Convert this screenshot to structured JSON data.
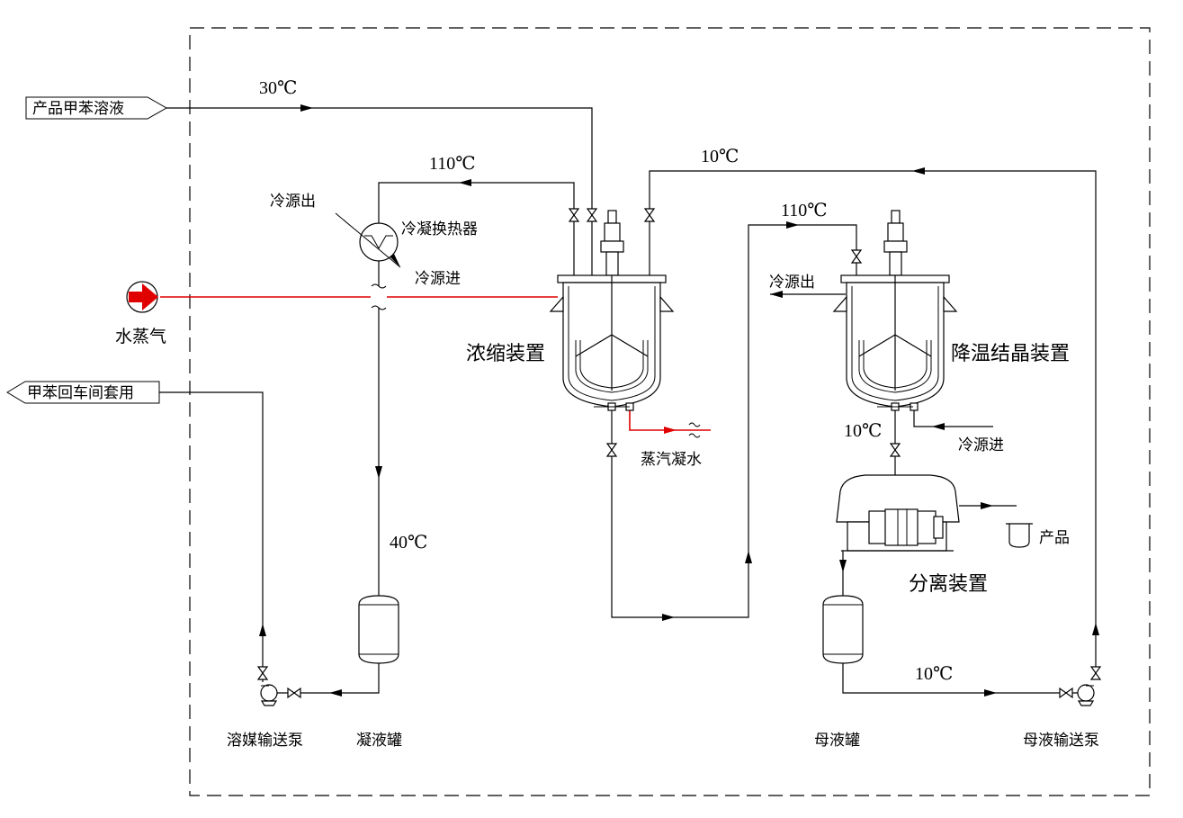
{
  "colors": {
    "line": "#000000",
    "steam": "#e00000"
  },
  "terminals": {
    "product_toluene_solution": "产品甲苯溶液",
    "toluene_return": "甲苯回车间套用"
  },
  "labels": {
    "steam": "水蒸气",
    "coolant_out_1": "冷源出",
    "condenser": "冷凝换热器",
    "coolant_in_1": "冷源进",
    "concentrator": "浓缩装置",
    "steam_condensate": "蒸汽凝水",
    "coolant_out_2": "冷源出",
    "crystallizer": "降温结晶装置",
    "coolant_in_2": "冷源进",
    "separator": "分离装置",
    "product": "产品",
    "solvent_pump": "溶媒输送泵",
    "condensate_tank": "凝液罐",
    "mother_liquor_tank": "母液罐",
    "mother_liquor_pump": "母液输送泵"
  },
  "temperatures": {
    "feed": "30℃",
    "vapor_1": "110℃",
    "return_line": "10℃",
    "vapor_2": "110℃",
    "condensate": "40℃",
    "crystallizer_out": "10℃",
    "mother_liquor": "10℃"
  }
}
